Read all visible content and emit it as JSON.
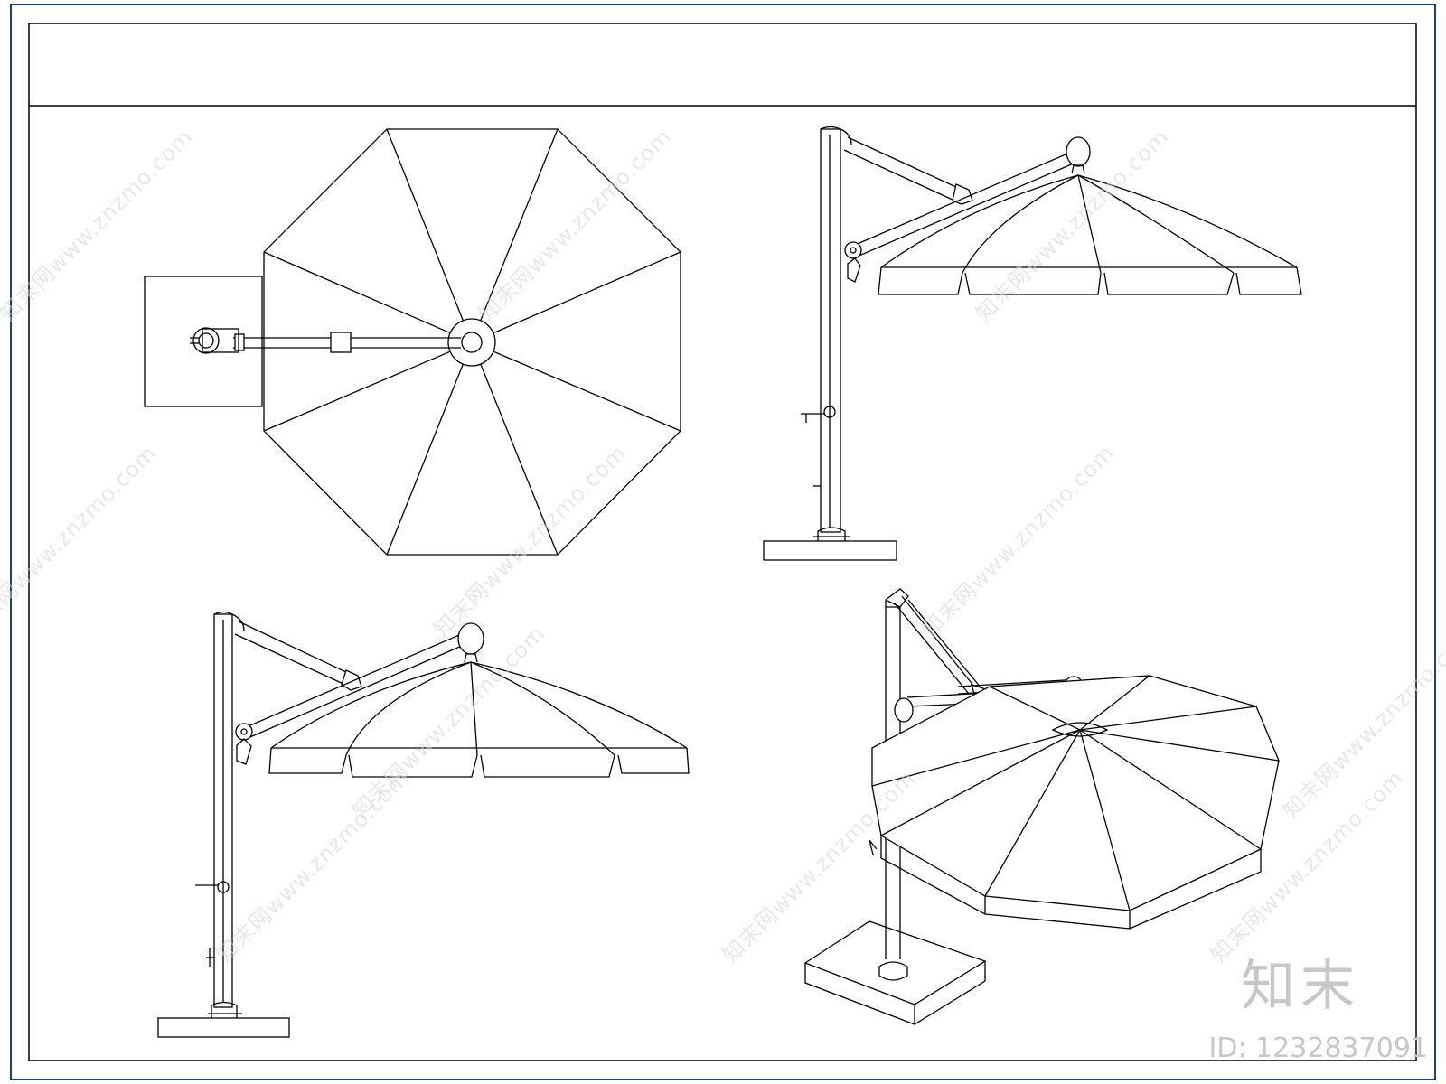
{
  "sheet": {
    "title_block_text": "",
    "frame_color": "#1f3f7a",
    "line_color": "#000000"
  },
  "views": [
    {
      "name": "top-view",
      "description": "octagonal canopy plan with cantilever arm and square base"
    },
    {
      "name": "side-elevation-right",
      "description": "side elevation of cantilever umbrella"
    },
    {
      "name": "side-elevation-left",
      "description": "side elevation of cantilever umbrella"
    },
    {
      "name": "perspective-view",
      "description": "isometric view of cantilever umbrella"
    }
  ],
  "watermark": {
    "text": "知末网www.znzmo.com",
    "logo_text": "知末",
    "id_label": "ID: 1232837091"
  }
}
